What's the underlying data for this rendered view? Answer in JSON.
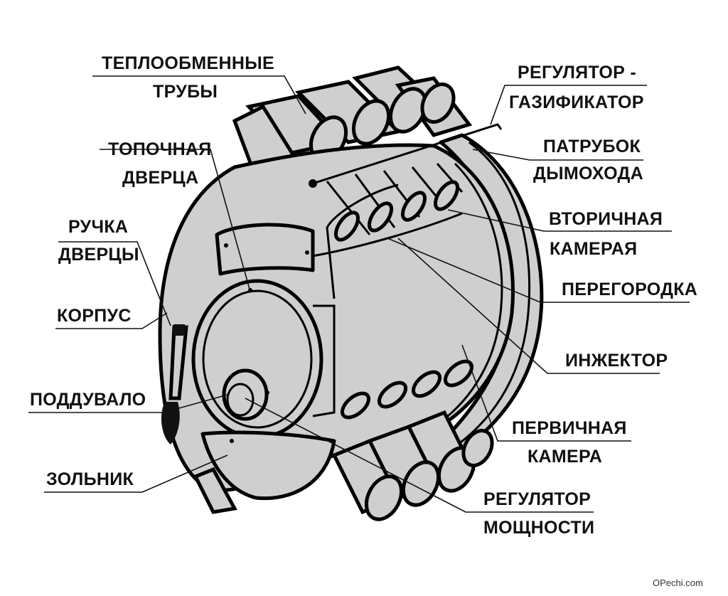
{
  "labels": {
    "heat_tubes_1": "ТЕПЛООБМЕННЫЕ",
    "heat_tubes_2": "ТРУБЫ",
    "firebox_door_1": "ТОПОЧНАЯ",
    "firebox_door_2": "ДВЕРЦА",
    "door_handle_1": "РУЧКА",
    "door_handle_2": "ДВЕРЦЫ",
    "housing": "КОРПУС",
    "blower": "ПОДДУВАЛО",
    "ash_pan": "ЗОЛЬНИК",
    "gasifier_1": "РЕГУЛЯТОР -",
    "gasifier_2": "ГАЗИФИКАТОР",
    "chimney_1": "ПАТРУБОК",
    "chimney_2": "ДЫМОХОДА",
    "secondary_1": "ВТОРИЧНАЯ",
    "secondary_2": "КАМЕРАЯ",
    "partition": "ПЕРЕГОРОДКА",
    "injector": "ИНЖЕКТОР",
    "primary_1": "ПЕРВИЧНАЯ",
    "primary_2": "КАМЕРА",
    "power_reg_1": "РЕГУЛЯТОР",
    "power_reg_2": "МОЩНОСТИ"
  },
  "watermark": "OPechi.com",
  "colors": {
    "metal": "#cfcfcf",
    "outline": "#000000",
    "text": "#111111"
  }
}
